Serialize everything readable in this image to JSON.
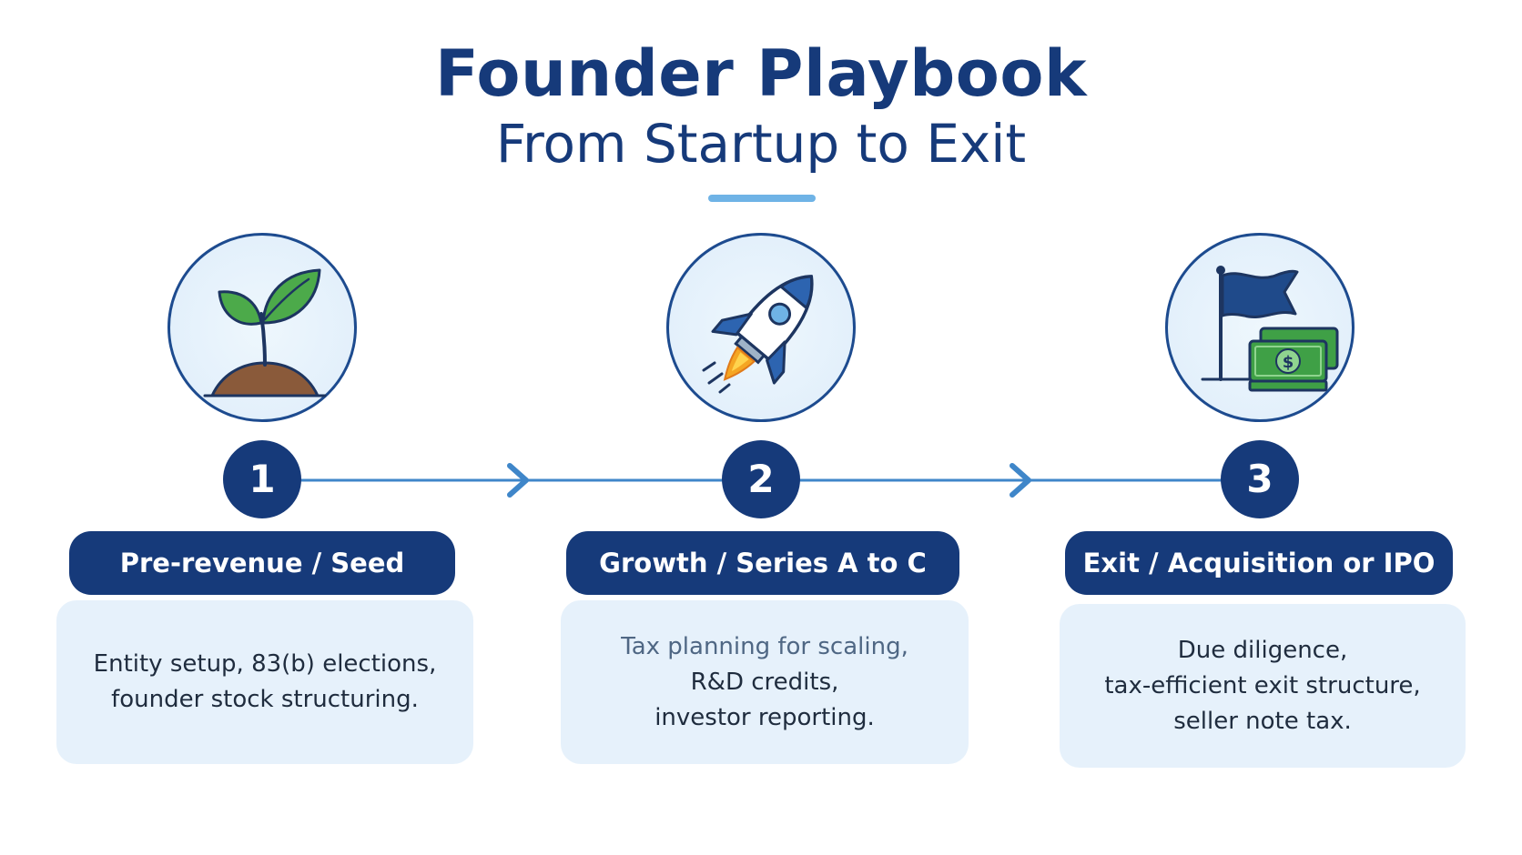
{
  "header": {
    "title": "Founder Playbook",
    "subtitle": "From Startup to Exit"
  },
  "colors": {
    "primary": "#163a7a",
    "accent": "#6fb3e6",
    "card_bg": "#e6f1fb",
    "connector": "#3f86c9"
  },
  "stages": [
    {
      "number": "1",
      "icon": "seedling-icon",
      "title": "Pre-revenue / Seed",
      "lines": [
        "Entity setup, 83(b) elections,",
        "founder stock structuring."
      ]
    },
    {
      "number": "2",
      "icon": "rocket-icon",
      "title": "Growth / Series A to C",
      "lines": [
        "Tax planning for scaling,",
        "R&D credits,",
        "investor reporting."
      ]
    },
    {
      "number": "3",
      "icon": "flag-money-icon",
      "title": "Exit / Acquisition or IPO",
      "lines": [
        "Due diligence,",
        "tax-efficient exit structure,",
        "seller note tax."
      ]
    }
  ]
}
